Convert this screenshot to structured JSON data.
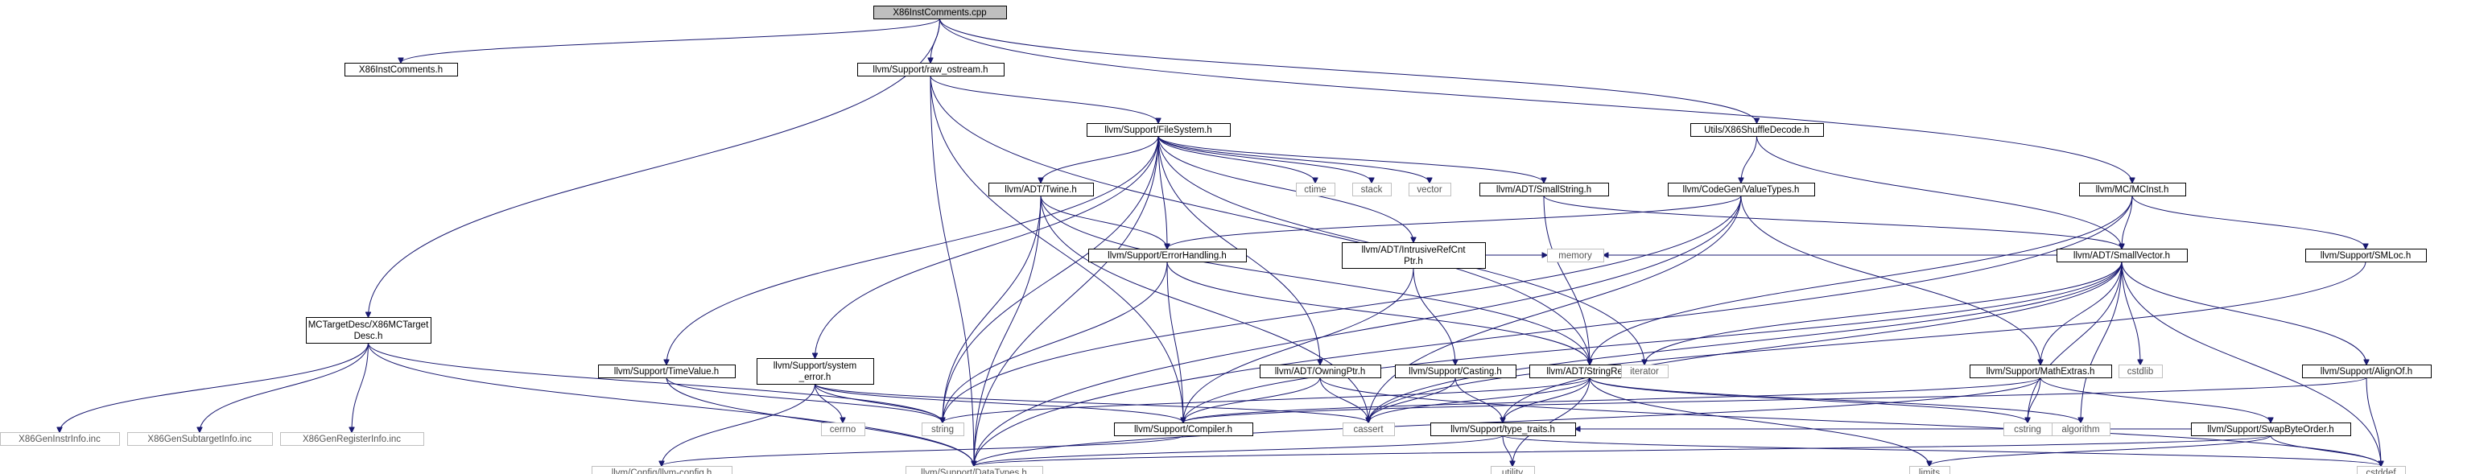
{
  "colors": {
    "edge": "#191970",
    "root_fill": "#bfbfbf",
    "external_border": "#bfbfbf"
  },
  "nodes": [
    {
      "id": "root",
      "lines": [
        "X86InstComments.cpp"
      ],
      "kind": "root"
    },
    {
      "id": "x86ic_h",
      "lines": [
        "X86InstComments.h"
      ],
      "kind": "local"
    },
    {
      "id": "raw_ostream",
      "lines": [
        "llvm/Support/raw_ostream.h"
      ],
      "kind": "local"
    },
    {
      "id": "shuffle",
      "lines": [
        "Utils/X86ShuffleDecode.h"
      ],
      "kind": "local"
    },
    {
      "id": "mcinst",
      "lines": [
        "llvm/MC/MCInst.h"
      ],
      "kind": "local"
    },
    {
      "id": "mcdesc",
      "lines": [
        "MCTargetDesc/X86MCTarget",
        "Desc.h"
      ],
      "kind": "local"
    },
    {
      "id": "filesystem",
      "lines": [
        "llvm/Support/FileSystem.h"
      ],
      "kind": "local"
    },
    {
      "id": "valuetypes",
      "lines": [
        "llvm/CodeGen/ValueTypes.h"
      ],
      "kind": "local"
    },
    {
      "id": "twine",
      "lines": [
        "llvm/ADT/Twine.h"
      ],
      "kind": "local"
    },
    {
      "id": "ctime",
      "lines": [
        "ctime"
      ],
      "kind": "ext"
    },
    {
      "id": "stack",
      "lines": [
        "stack"
      ],
      "kind": "ext"
    },
    {
      "id": "vector",
      "lines": [
        "vector"
      ],
      "kind": "ext"
    },
    {
      "id": "smallstring",
      "lines": [
        "llvm/ADT/SmallString.h"
      ],
      "kind": "local"
    },
    {
      "id": "errorhandling",
      "lines": [
        "llvm/Support/ErrorHandling.h"
      ],
      "kind": "local"
    },
    {
      "id": "intrusive",
      "lines": [
        "llvm/ADT/IntrusiveRefCnt",
        "Ptr.h"
      ],
      "kind": "local"
    },
    {
      "id": "smallvector",
      "lines": [
        "llvm/ADT/SmallVector.h"
      ],
      "kind": "local"
    },
    {
      "id": "smloc",
      "lines": [
        "llvm/Support/SMLoc.h"
      ],
      "kind": "local"
    },
    {
      "id": "timevalue",
      "lines": [
        "llvm/Support/TimeValue.h"
      ],
      "kind": "local"
    },
    {
      "id": "systemerror",
      "lines": [
        "llvm/Support/system",
        "_error.h"
      ],
      "kind": "local"
    },
    {
      "id": "owningptr",
      "lines": [
        "llvm/ADT/OwningPtr.h"
      ],
      "kind": "local"
    },
    {
      "id": "casting",
      "lines": [
        "llvm/Support/Casting.h"
      ],
      "kind": "local"
    },
    {
      "id": "stringref",
      "lines": [
        "llvm/ADT/StringRef.h"
      ],
      "kind": "local"
    },
    {
      "id": "memory",
      "lines": [
        "memory"
      ],
      "kind": "ext"
    },
    {
      "id": "iterator",
      "lines": [
        "iterator"
      ],
      "kind": "ext"
    },
    {
      "id": "cstdlib",
      "lines": [
        "cstdlib"
      ],
      "kind": "ext"
    },
    {
      "id": "mathextras",
      "lines": [
        "llvm/Support/MathExtras.h"
      ],
      "kind": "local"
    },
    {
      "id": "alignof",
      "lines": [
        "llvm/Support/AlignOf.h"
      ],
      "kind": "local"
    },
    {
      "id": "instrinfo",
      "lines": [
        "X86GenInstrInfo.inc"
      ],
      "kind": "ext"
    },
    {
      "id": "subtarget",
      "lines": [
        "X86GenSubtargetInfo.inc"
      ],
      "kind": "ext"
    },
    {
      "id": "reginfo",
      "lines": [
        "X86GenRegisterInfo.inc"
      ],
      "kind": "ext"
    },
    {
      "id": "cerrno",
      "lines": [
        "cerrno"
      ],
      "kind": "ext"
    },
    {
      "id": "string",
      "lines": [
        "string"
      ],
      "kind": "ext"
    },
    {
      "id": "compiler",
      "lines": [
        "llvm/Support/Compiler.h"
      ],
      "kind": "local"
    },
    {
      "id": "cassert",
      "lines": [
        "cassert"
      ],
      "kind": "ext"
    },
    {
      "id": "typetraits",
      "lines": [
        "llvm/Support/type_traits.h"
      ],
      "kind": "local"
    },
    {
      "id": "cstring",
      "lines": [
        "cstring"
      ],
      "kind": "ext"
    },
    {
      "id": "algorithm",
      "lines": [
        "algorithm"
      ],
      "kind": "ext"
    },
    {
      "id": "swapbyte",
      "lines": [
        "llvm/Support/SwapByteOrder.h"
      ],
      "kind": "local"
    },
    {
      "id": "llvmconfig",
      "lines": [
        "llvm/Config/llvm-config.h"
      ],
      "kind": "ext"
    },
    {
      "id": "datatypes",
      "lines": [
        "llvm/Support/DataTypes.h"
      ],
      "kind": "ext"
    },
    {
      "id": "utility",
      "lines": [
        "utility"
      ],
      "kind": "ext"
    },
    {
      "id": "limits",
      "lines": [
        "limits"
      ],
      "kind": "ext"
    },
    {
      "id": "cstddef",
      "lines": [
        "cstddef"
      ],
      "kind": "ext"
    }
  ],
  "edges": [
    [
      "root",
      "x86ic_h"
    ],
    [
      "root",
      "raw_ostream"
    ],
    [
      "root",
      "shuffle"
    ],
    [
      "root",
      "mcinst"
    ],
    [
      "root",
      "mcdesc"
    ],
    [
      "raw_ostream",
      "filesystem"
    ],
    [
      "raw_ostream",
      "stringref"
    ],
    [
      "raw_ostream",
      "compiler"
    ],
    [
      "raw_ostream",
      "datatypes"
    ],
    [
      "shuffle",
      "valuetypes"
    ],
    [
      "shuffle",
      "smallvector"
    ],
    [
      "mcinst",
      "smallvector"
    ],
    [
      "mcinst",
      "stringref"
    ],
    [
      "mcinst",
      "smloc"
    ],
    [
      "mcinst",
      "datatypes"
    ],
    [
      "mcdesc",
      "instrinfo"
    ],
    [
      "mcdesc",
      "subtarget"
    ],
    [
      "mcdesc",
      "reginfo"
    ],
    [
      "mcdesc",
      "string"
    ],
    [
      "mcdesc",
      "datatypes"
    ],
    [
      "filesystem",
      "twine"
    ],
    [
      "filesystem",
      "ctime"
    ],
    [
      "filesystem",
      "stack"
    ],
    [
      "filesystem",
      "vector"
    ],
    [
      "filesystem",
      "smallstring"
    ],
    [
      "filesystem",
      "errorhandling"
    ],
    [
      "filesystem",
      "intrusive"
    ],
    [
      "filesystem",
      "iterator"
    ],
    [
      "filesystem",
      "timevalue"
    ],
    [
      "filesystem",
      "systemerror"
    ],
    [
      "filesystem",
      "owningptr"
    ],
    [
      "filesystem",
      "string"
    ],
    [
      "filesystem",
      "datatypes"
    ],
    [
      "valuetypes",
      "errorhandling"
    ],
    [
      "valuetypes",
      "mathextras"
    ],
    [
      "valuetypes",
      "cassert"
    ],
    [
      "valuetypes",
      "string"
    ],
    [
      "valuetypes",
      "datatypes"
    ],
    [
      "twine",
      "errorhandling"
    ],
    [
      "twine",
      "stringref"
    ],
    [
      "twine",
      "cassert"
    ],
    [
      "twine",
      "string"
    ],
    [
      "twine",
      "datatypes"
    ],
    [
      "smallstring",
      "smallvector"
    ],
    [
      "smallstring",
      "stringref"
    ],
    [
      "errorhandling",
      "compiler"
    ],
    [
      "errorhandling",
      "stringref"
    ],
    [
      "errorhandling",
      "string"
    ],
    [
      "intrusive",
      "casting"
    ],
    [
      "intrusive",
      "memory"
    ],
    [
      "intrusive",
      "compiler"
    ],
    [
      "smallvector",
      "alignof"
    ],
    [
      "smallvector",
      "mathextras"
    ],
    [
      "smallvector",
      "typetraits"
    ],
    [
      "smallvector",
      "compiler"
    ],
    [
      "smallvector",
      "memory"
    ],
    [
      "smallvector",
      "iterator"
    ],
    [
      "smallvector",
      "cstdlib"
    ],
    [
      "smallvector",
      "cassert"
    ],
    [
      "smallvector",
      "cstring"
    ],
    [
      "smallvector",
      "algorithm"
    ],
    [
      "smallvector",
      "cstddef"
    ],
    [
      "smloc",
      "cassert"
    ],
    [
      "timevalue",
      "datatypes"
    ],
    [
      "timevalue",
      "string"
    ],
    [
      "systemerror",
      "llvmconfig"
    ],
    [
      "systemerror",
      "cerrno"
    ],
    [
      "systemerror",
      "string"
    ],
    [
      "systemerror",
      "compiler"
    ],
    [
      "systemerror",
      "cassert"
    ],
    [
      "owningptr",
      "compiler"
    ],
    [
      "owningptr",
      "cassert"
    ],
    [
      "owningptr",
      "cstddef"
    ],
    [
      "casting",
      "typetraits"
    ],
    [
      "casting",
      "cassert"
    ],
    [
      "stringref",
      "typetraits"
    ],
    [
      "stringref",
      "algorithm"
    ],
    [
      "stringref",
      "cassert"
    ],
    [
      "stringref",
      "cstring"
    ],
    [
      "stringref",
      "limits"
    ],
    [
      "stringref",
      "string"
    ],
    [
      "stringref",
      "utility"
    ],
    [
      "mathextras",
      "compiler"
    ],
    [
      "mathextras",
      "swapbyte"
    ],
    [
      "mathextras",
      "datatypes"
    ],
    [
      "mathextras",
      "cstring"
    ],
    [
      "alignof",
      "compiler"
    ],
    [
      "alignof",
      "cstddef"
    ],
    [
      "compiler",
      "llvmconfig"
    ],
    [
      "typetraits",
      "datatypes"
    ],
    [
      "typetraits",
      "cstddef"
    ],
    [
      "typetraits",
      "utility"
    ],
    [
      "swapbyte",
      "typetraits"
    ],
    [
      "swapbyte",
      "datatypes"
    ],
    [
      "swapbyte",
      "cstddef"
    ],
    [
      "swapbyte",
      "limits"
    ]
  ]
}
